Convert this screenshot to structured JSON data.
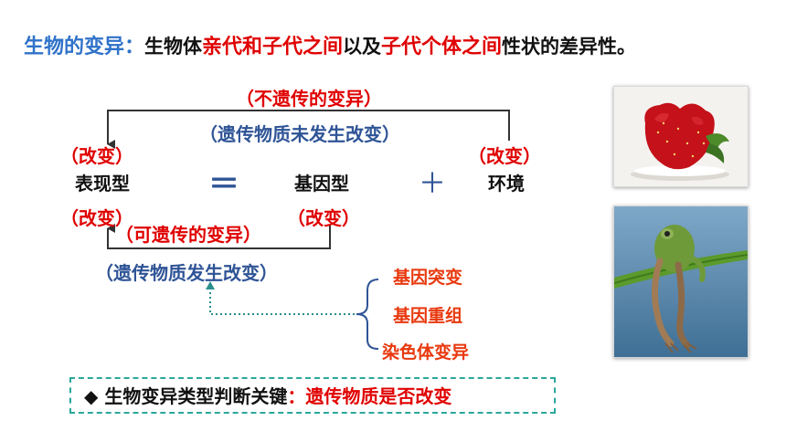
{
  "definition": {
    "lead": "生物的变异：",
    "p1": "生物体",
    "r1": "亲代和子代之间",
    "p2": "以及",
    "r2": "子代个体之间",
    "p3": "性状的差异性。"
  },
  "diagram": {
    "non_heritable": "（不遗传的变异）",
    "non_heritable_note": "（遗传物质未发生改变）",
    "change_left_top": "（改变）",
    "change_right": "（改变）",
    "phenotype": "表现型",
    "equals": "＝",
    "genotype": "基因型",
    "plus": "＋",
    "environment": "环境",
    "change_left_bottom": "（改变）",
    "change_genotype": "（改变）",
    "heritable": "（可遗传的变异）",
    "heritable_note": "（遗传物质发生改变）",
    "sources": [
      "基因突变",
      "基因重组",
      "染色体变异"
    ]
  },
  "key_point": {
    "bullet": "◆",
    "label": "生物变异类型判断关键",
    "colon": "：",
    "answer": "遗传物质是否改变"
  },
  "images": [
    "strawberry-photo",
    "frog-photo"
  ]
}
